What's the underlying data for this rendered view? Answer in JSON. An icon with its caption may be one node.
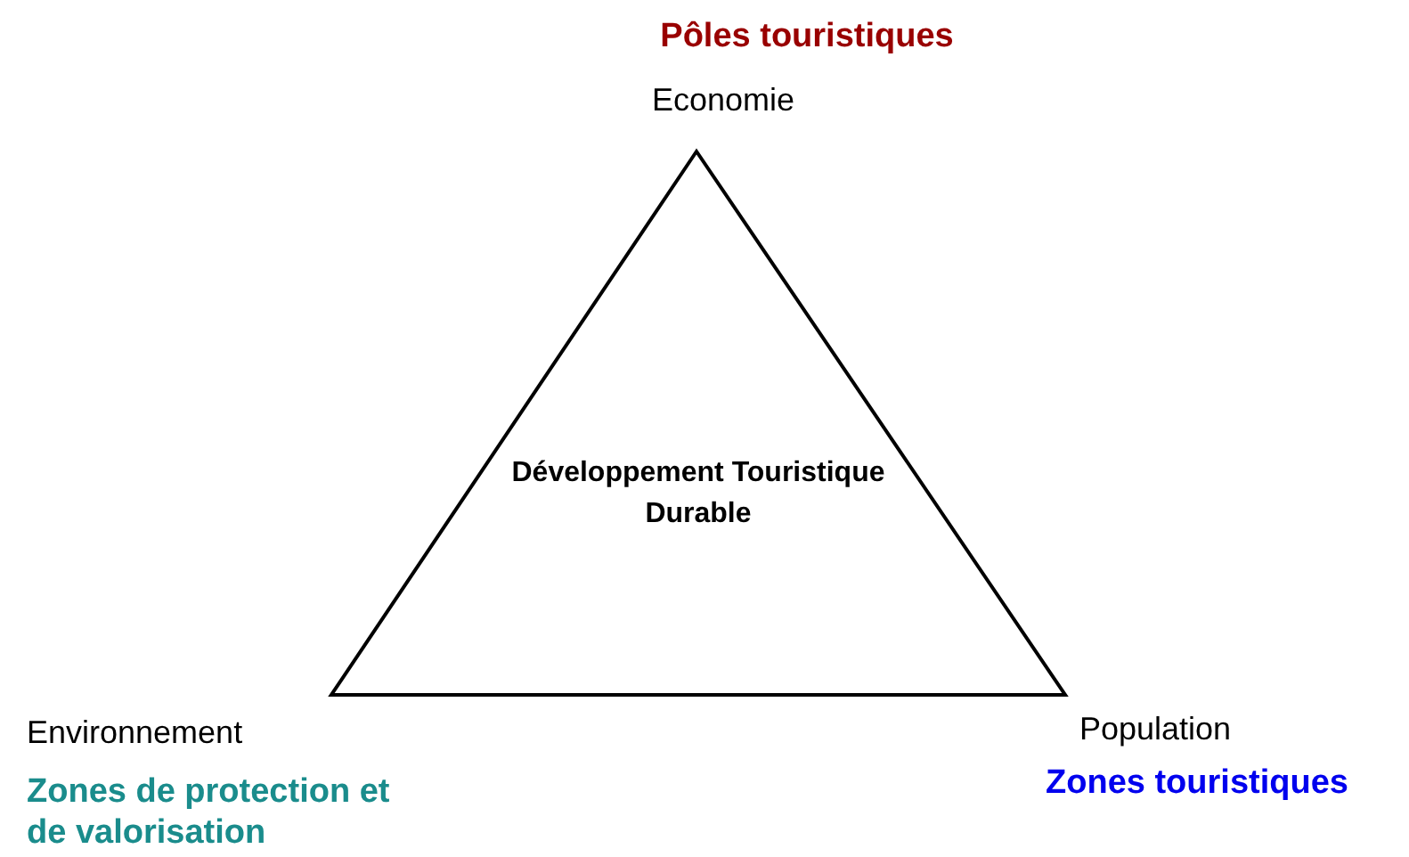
{
  "diagram": {
    "nodes": [
      {
        "text": [
          "Développement Touristique Durable"
        ]
      }
    ],
    "labels": [
      "Pôles touristiques",
      "Economie",
      "Environnement",
      "Zones de protection et de valorisation",
      "Population",
      "Zones touristiques"
    ]
  }
}
